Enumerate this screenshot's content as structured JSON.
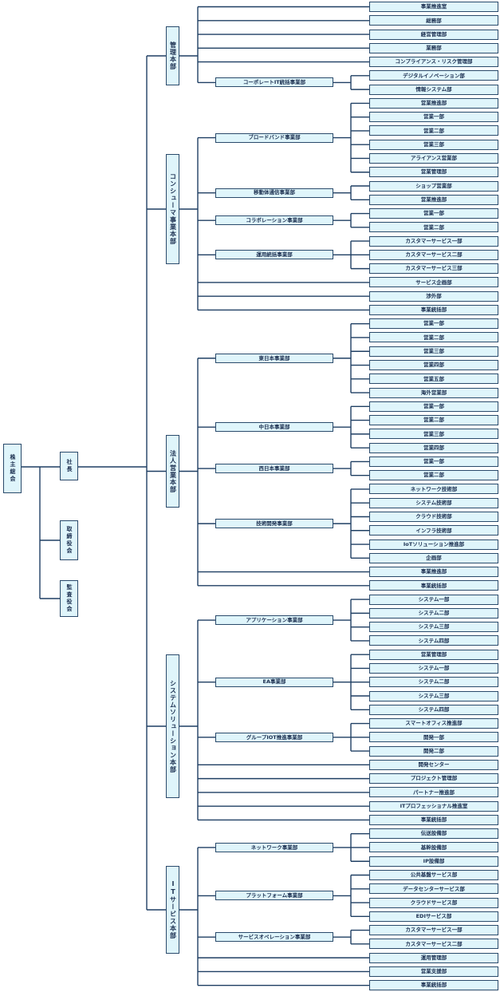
{
  "chart": {
    "root": "株主総会",
    "president": "社長",
    "board": "取締役会",
    "auditors": "監査役会",
    "divisions": [
      {
        "name": "管理本部",
        "items": [
          {
            "name": "事業推進室"
          },
          {
            "name": "総務部"
          },
          {
            "name": "経営管理部"
          },
          {
            "name": "業務部"
          },
          {
            "name": "コンプライアンス・リスク管理部"
          },
          {
            "name": "コーポレートIT統括事業部",
            "children": [
              "デジタルイノベーション部",
              "情報システム部"
            ]
          }
        ]
      },
      {
        "name": "コンシューマ事業本部",
        "items": [
          {
            "name": "ブロードバンド事業部",
            "children": [
              "営業推進部",
              "営業一部",
              "営業二部",
              "営業三部",
              "アライアンス営業部",
              "営業管理部"
            ]
          },
          {
            "name": "移動体通信事業部",
            "children": [
              "ショップ営業部",
              "営業推進部"
            ]
          },
          {
            "name": "コラボレーション事業部",
            "children": [
              "営業一部",
              "営業二部"
            ]
          },
          {
            "name": "運用統括事業部",
            "children": [
              "カスタマーサービス一部",
              "カスタマーサービス二部",
              "カスタマーサービス三部"
            ]
          },
          {
            "name": "サービス企画部"
          },
          {
            "name": "渉外部"
          },
          {
            "name": "事業統括部"
          }
        ]
      },
      {
        "name": "法人営業本部",
        "items": [
          {
            "name": "東日本事業部",
            "children": [
              "営業一部",
              "営業二部",
              "営業三部",
              "営業四部",
              "営業五部",
              "海外営業部"
            ]
          },
          {
            "name": "中日本事業部",
            "children": [
              "営業一部",
              "営業二部",
              "営業三部",
              "営業四部"
            ]
          },
          {
            "name": "西日本事業部",
            "children": [
              "営業一部",
              "営業二部"
            ]
          },
          {
            "name": "技術開発事業部",
            "children": [
              "ネットワーク技術部",
              "システム技術部",
              "クラウド技術部",
              "インフラ技術部",
              "IoTソリューション推進部",
              "企画部"
            ]
          },
          {
            "name": "事業推進部"
          },
          {
            "name": "事業統括部"
          }
        ]
      },
      {
        "name": "システムソリューション本部",
        "items": [
          {
            "name": "アプリケーション事業部",
            "children": [
              "システム一部",
              "システム二部",
              "システム三部",
              "システム四部"
            ]
          },
          {
            "name": "EA事業部",
            "children": [
              "営業管理部",
              "システム一部",
              "システム二部",
              "システム三部",
              "システム四部"
            ]
          },
          {
            "name": "グループIOT推進事業部",
            "children": [
              "スマートオフィス推進部",
              "開発一部",
              "開発二部"
            ]
          },
          {
            "name": "開発センター"
          },
          {
            "name": "プロジェクト管理部"
          },
          {
            "name": "パートナー推進部"
          },
          {
            "name": "ITプロフェッショナル推進室"
          },
          {
            "name": "事業統括部"
          }
        ]
      },
      {
        "name": "ITサービス本部",
        "items": [
          {
            "name": "ネットワーク事業部",
            "children": [
              "伝送設備部",
              "基幹設備部",
              "IP設備部"
            ]
          },
          {
            "name": "プラットフォーム事業部",
            "children": [
              "公共基盤サービス部",
              "データセンターサービス部",
              "クラウドサービス部",
              "EDIサービス部"
            ]
          },
          {
            "name": "サービスオペレーション事業部",
            "children": [
              "カスタマーサービス一部",
              "カスタマーサービス二部"
            ]
          },
          {
            "name": "運用管理部"
          },
          {
            "name": "営業支援部"
          },
          {
            "name": "事業統括部"
          }
        ]
      }
    ]
  }
}
